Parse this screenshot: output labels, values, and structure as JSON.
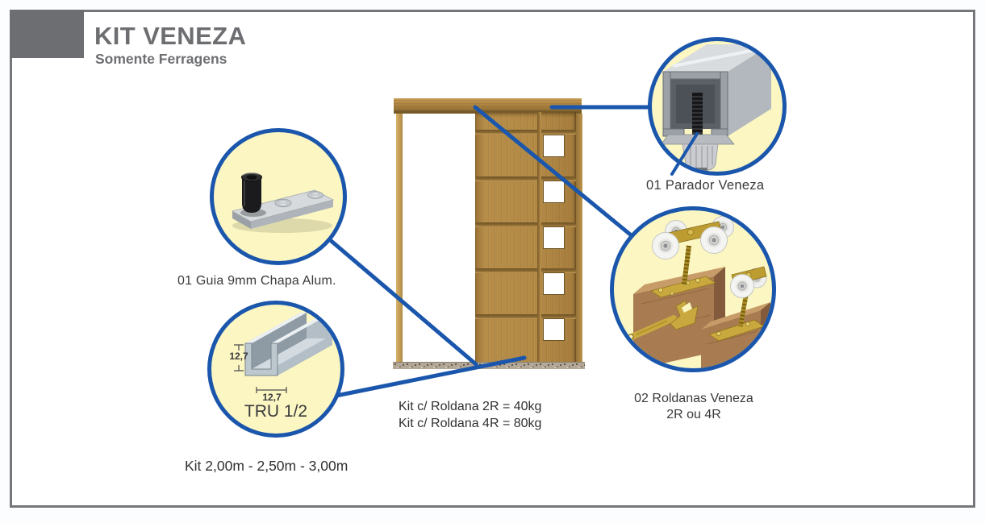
{
  "header": {
    "title": "KIT VENEZA",
    "subtitle": "Somente Ferragens"
  },
  "callouts": {
    "parador": {
      "label": "01 Parador Veneza"
    },
    "guia": {
      "label": "01 Guia 9mm Chapa Alum."
    },
    "tru": {
      "height_dim": "12,7",
      "width_dim": "12,7",
      "label": "TRU 1/2"
    },
    "roldanas": {
      "label_line1": "02 Roldanas Veneza",
      "label_line2": "2R ou 4R"
    }
  },
  "specs": {
    "load_2r": "Kit c/ Roldana 2R = 40kg",
    "load_4r": "Kit c/ Roldana 4R = 80kg",
    "lengths": "Kit 2,00m - 2,50m - 3,00m"
  },
  "colors": {
    "accent_blue": "#1a56ac",
    "callout_fill": "#fbf6c2",
    "brand_gray": "#6d6e71",
    "text_dark": "#3a3a3c"
  }
}
